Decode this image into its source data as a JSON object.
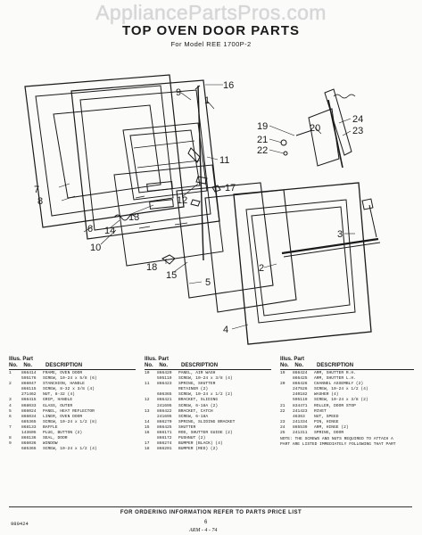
{
  "watermark": "AppliancePartsPros.com",
  "title": "TOP OVEN DOOR PARTS",
  "subtitle": "For Model REE 1700P-2",
  "callouts": [
    "16",
    "9",
    "1",
    "11",
    "20",
    "19",
    "21",
    "22",
    "24",
    "23",
    "17",
    "12",
    "13",
    "14",
    "7",
    "8",
    "6",
    "10",
    "2",
    "3",
    "18",
    "15",
    "5",
    "4"
  ],
  "headers": {
    "illus_part": "Illus. Part",
    "no": "No.",
    "part_no": "No.",
    "description": "DESCRIPTION"
  },
  "columns": [
    [
      {
        "no": "1",
        "part": "866414",
        "desc": "FRAME, OVEN DOOR"
      },
      {
        "no": "",
        "part": "595176",
        "desc": "SCREW, 10-24 x 5/8 (6)"
      },
      {
        "no": "2",
        "part": "866047",
        "desc": "STANCHION, HANDLE"
      },
      {
        "no": "",
        "part": "866115",
        "desc": "SCREW, 8-32 x 3/8 (4)"
      },
      {
        "no": "",
        "part": "271462",
        "desc": "NUT, 8-32 (4)"
      },
      {
        "no": "3",
        "part": "866415",
        "desc": "GRIP, HANDLE"
      },
      {
        "no": "4",
        "part": "868033",
        "desc": "GLASS, OUTER"
      },
      {
        "no": "5",
        "part": "866024",
        "desc": "PANEL, HEAT REFLECTOR"
      },
      {
        "no": "6",
        "part": "866034",
        "desc": "LINER, OVEN DOOR"
      },
      {
        "no": "",
        "part": "685365",
        "desc": "SCREW, 10-24 x 1/2 (8)"
      },
      {
        "no": "7",
        "part": "868133",
        "desc": "BAFFLE"
      },
      {
        "no": "",
        "part": "143605",
        "desc": "PLUG, BUTTON (2)"
      },
      {
        "no": "8",
        "part": "866136",
        "desc": "SEAL, DOOR"
      },
      {
        "no": "9",
        "part": "866036",
        "desc": "WINDOW"
      },
      {
        "no": "",
        "part": "685365",
        "desc": "SCREW, 10-24 x 1/2 (4)"
      }
    ],
    [
      {
        "no": "10",
        "part": "866420",
        "desc": "PANEL, AIR WASH"
      },
      {
        "no": "",
        "part": "595119",
        "desc": "SCREW, 10-24 x 3/8 (4)"
      },
      {
        "no": "11",
        "part": "866423",
        "desc": "SPRING, SHUTTER"
      },
      {
        "no": "",
        "part": "",
        "desc": "RETAINER (2)"
      },
      {
        "no": "",
        "part": "686365",
        "desc": "SCREW, 10-24 x 1/2 (2)"
      },
      {
        "no": "12",
        "part": "866421",
        "desc": "BRACKET, SLIDING"
      },
      {
        "no": "",
        "part": "241695",
        "desc": "SCREW, 6-18A (2)"
      },
      {
        "no": "13",
        "part": "866422",
        "desc": "BRACKET, CATCH"
      },
      {
        "no": "",
        "part": "241695",
        "desc": "SCREW, 6-18A"
      },
      {
        "no": "14",
        "part": "866270",
        "desc": "SPRING, SLIDING BRACKET"
      },
      {
        "no": "15",
        "part": "866425",
        "desc": "SHUTTER"
      },
      {
        "no": "16",
        "part": "866171",
        "desc": "ROD, SHUTTER GUIDE (2)"
      },
      {
        "no": "",
        "part": "866172",
        "desc": "PUSHNUT (2)"
      },
      {
        "no": "17",
        "part": "866274",
        "desc": "BUMPER (BLACK) (4)"
      },
      {
        "no": "18",
        "part": "866201",
        "desc": "BUMPER (RED) (2)"
      }
    ],
    [
      {
        "no": "19",
        "part": "866424",
        "desc": "ARM, SHUTTER R.H."
      },
      {
        "no": "",
        "part": "866425",
        "desc": "ARM, SHUTTER L.H."
      },
      {
        "no": "20",
        "part": "866426",
        "desc": "CHANNEL ASSEMBLY (2)"
      },
      {
        "no": "",
        "part": "247526",
        "desc": "SCREW, 10-24 x 1/2 (4)"
      },
      {
        "no": "",
        "part": "240182",
        "desc": "WASHER (4)"
      },
      {
        "no": "",
        "part": "595119",
        "desc": "SCREW, 10-24 x 3/8 (2)"
      },
      {
        "no": "21",
        "part": "834471",
        "desc": "ROLLER, DOOR STOP"
      },
      {
        "no": "22",
        "part": "241423",
        "desc": "RIVET"
      },
      {
        "no": "",
        "part": "46363",
        "desc": "NUT, SPEED"
      },
      {
        "no": "23",
        "part": "241334",
        "desc": "PIN, HINGE"
      },
      {
        "no": "24",
        "part": "865539",
        "desc": "ARM, HINGE (2)"
      },
      {
        "no": "25",
        "part": "241311",
        "desc": "SPRING, DOOR"
      }
    ]
  ],
  "note": "NOTE: THE SCREWS AND NUTS REQUIRED TO ATTACH A PART ARE LISTED IMMEDIATELY FOLLOWING THAT PART",
  "order_note": "FOR ORDERING INFORMATION REFER TO PARTS PRICE LIST",
  "doc_code": "980424",
  "page_number": "6",
  "footer_code": "ARM - 4 - 74"
}
